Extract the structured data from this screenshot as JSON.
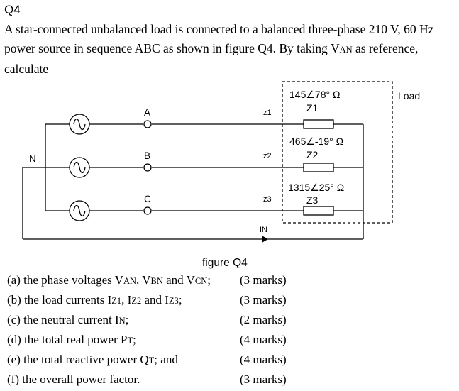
{
  "question": {
    "number": "Q4",
    "intro_line1": "A star-connected unbalanced load is connected to a balanced three-phase 210 V, 60 Hz",
    "intro_line2_a": "power source in sequence ABC as shown in figure Q4. By taking V",
    "intro_line2_sub": "AN",
    "intro_line2_b": " as reference,",
    "intro_line3": "calculate"
  },
  "figure": {
    "caption": "figure Q4",
    "load_label": "Load",
    "neutral_label": "N",
    "phase_labels": [
      "A",
      "B",
      "C"
    ],
    "current_labels": [
      "Iz1",
      "Iz2",
      "Iz3"
    ],
    "neutral_current_label": "IN",
    "impedances": [
      {
        "name": "Z1",
        "value": "145∠78° Ω"
      },
      {
        "name": "Z2",
        "value": "465∠-19° Ω"
      },
      {
        "name": "Z3",
        "value": "1315∠25° Ω"
      }
    ]
  },
  "parts": [
    {
      "label": "(a) the phase voltages V",
      "sub1": "AN",
      "mid1": ", V",
      "sub2": "BN",
      "mid2": " and V",
      "sub3": "CN",
      "end": ";",
      "marks": "(3 marks)"
    },
    {
      "label": "(b) the load currents I",
      "sub1": "Z1",
      "mid1": ", I",
      "sub2": "Z2",
      "mid2": " and I",
      "sub3": "Z3",
      "end": ";",
      "marks": "(3 marks)"
    },
    {
      "label": "(c) the neutral current I",
      "sub1": "N",
      "mid1": ";",
      "marks": "(2 marks)"
    },
    {
      "label": "(d) the total real power P",
      "sub1": "T",
      "mid1": ";",
      "marks": "(4 marks)"
    },
    {
      "label": "(e) the total reactive power Q",
      "sub1": "T",
      "mid1": "; and",
      "marks": "(4 marks)"
    },
    {
      "label": "(f) the overall power factor.",
      "marks": "(3 marks)"
    }
  ]
}
